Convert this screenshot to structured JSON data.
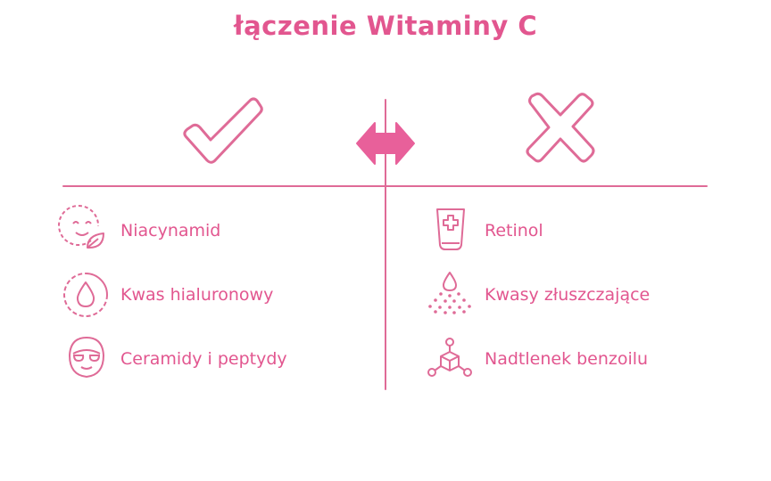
{
  "title": "łączenie Witaminy C",
  "colors": {
    "accent": "#e2568f",
    "stroke": "#df6b97",
    "background": "#ffffff"
  },
  "header_icons": {
    "left": "checkmark-icon",
    "center": "double-arrow-icon",
    "right": "cross-icon"
  },
  "good": {
    "items": [
      {
        "label": "Niacynamid",
        "icon": "face-leaf-icon"
      },
      {
        "label": "Kwas hialuronowy",
        "icon": "water-drop-icon"
      },
      {
        "label": "Ceramidy i peptydy",
        "icon": "face-mask-icon"
      }
    ]
  },
  "bad": {
    "items": [
      {
        "label": "Retinol",
        "icon": "cream-tube-icon"
      },
      {
        "label": "Kwasy złuszczające",
        "icon": "drop-particles-icon"
      },
      {
        "label": "Nadtlenek benzoilu",
        "icon": "molecule-cube-icon"
      }
    ]
  }
}
